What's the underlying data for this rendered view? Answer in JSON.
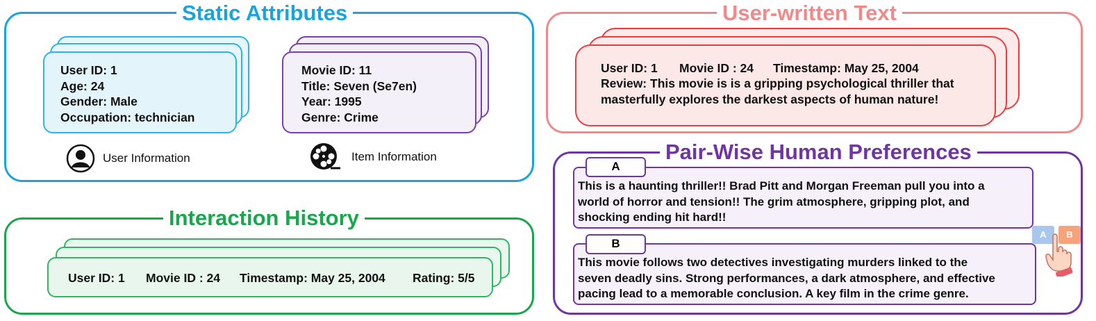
{
  "static_attributes": {
    "title": "Static Attributes",
    "user": {
      "lines": [
        "User ID: 1",
        "Age: 24",
        "Gender: Male",
        "Occupation: technician"
      ],
      "caption": "User Information"
    },
    "item": {
      "lines": [
        "Movie ID: 11",
        "Title: Seven (Se7en)",
        "Year: 1995",
        "Genre: Crime"
      ],
      "caption": "Item Information"
    }
  },
  "interaction_history": {
    "title": "Interaction History",
    "fields": [
      "User ID: 1",
      "Movie ID : 24",
      "Timestamp: May 25, 2004",
      "Rating: 5/5"
    ]
  },
  "user_written_text": {
    "title": "User-written Text",
    "fields": [
      "User ID: 1",
      "Movie ID : 24",
      "Timestamp: May 25, 2004"
    ],
    "review_lines": [
      "Review: This movie is is a gripping psychological thriller that",
      "masterfully explores the darkest aspects of human nature!"
    ]
  },
  "pairwise": {
    "title": "Pair-Wise Human Preferences",
    "options": [
      {
        "label": "A",
        "lines": [
          "This is a haunting thriller!! Brad Pitt and Morgan Freeman pull you into a",
          "world of horror and tension!! The grim atmosphere, gripping plot, and",
          "shocking ending hit hard!!"
        ]
      },
      {
        "label": "B",
        "lines": [
          "This movie follows two detectives investigating murders linked to the",
          "seven deadly sins. Strong performances, a dark atmosphere, and effective",
          "pacing lead to a memorable conclusion. A key film in the crime genre."
        ]
      }
    ],
    "choice_buttons": [
      "A",
      "B"
    ]
  },
  "colors": {
    "static": "#1aa3dc",
    "interaction": "#1aa64b",
    "user_text": "#f08a8a",
    "pairwise": "#6f35a5"
  }
}
